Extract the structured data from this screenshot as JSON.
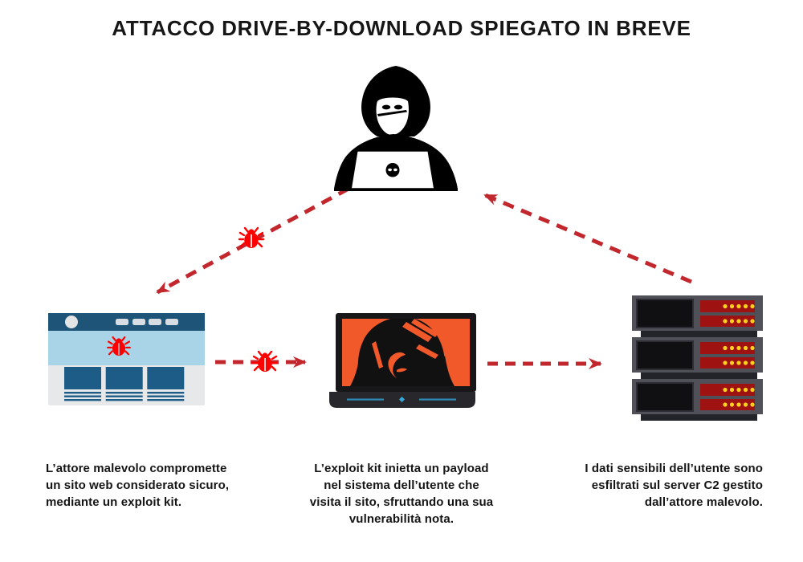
{
  "title": "ATTACCO DRIVE-BY-DOWNLOAD SPIEGATO IN BREVE",
  "captions": [
    {
      "id": "compromise",
      "align": "left",
      "lines": [
        "L’attore malevolo compromette",
        "un sito web considerato sicuro,",
        "mediante un exploit kit."
      ]
    },
    {
      "id": "exploit",
      "align": "center",
      "lines": [
        "L’exploit kit inietta un payload",
        "nel sistema dell’utente che",
        "visita il sito, sfruttando una sua",
        "vulnerabilità nota."
      ]
    },
    {
      "id": "exfiltration",
      "align": "right",
      "lines": [
        "I dati sensibili dell’utente sono",
        "esfiltrati sul server C2 gestito",
        "dall’attore malevolo."
      ]
    }
  ],
  "icons": {
    "hacker": "hooded-hacker-at-laptop-icon",
    "bug": "malware-bug-icon",
    "website": "compromised-website-icon",
    "laptop": "infected-laptop-icon",
    "server": "c2-server-rack-icon",
    "arrows": "red-dashed-attack-arrows"
  },
  "colors": {
    "arrow_red": "#c1272d",
    "bug_red": "#ff0000",
    "screen_orange": "#f1582a",
    "navbar_blue": "#1d5478",
    "hero_light_blue": "#a9d4e7",
    "card_blue": "#1e5c88",
    "page_gray": "#e7e8ea",
    "server_gray": "#505058",
    "server_red_bar": "#9e1212",
    "led_yellow": "#ffd11c",
    "laptop_base_gray": "#27272c",
    "laptop_line_blue": "#2e8cb8",
    "text_black": "#151515"
  }
}
